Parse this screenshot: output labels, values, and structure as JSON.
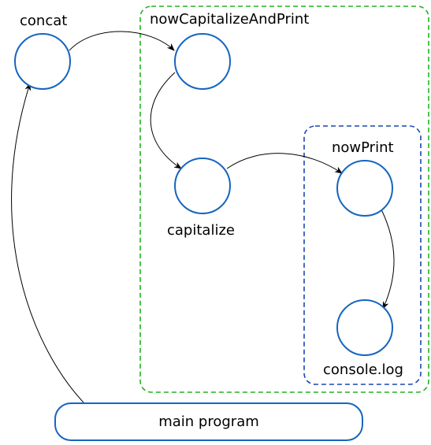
{
  "nodes": {
    "concat": {
      "label": "concat"
    },
    "nowCapitalizeAndPrint": {
      "label": "nowCapitalizeAndPrint"
    },
    "capitalize": {
      "label": "capitalize"
    },
    "nowPrint": {
      "label": "nowPrint"
    },
    "console_log": {
      "label": "console.log"
    },
    "main_program": {
      "label": "main program"
    }
  },
  "edges": [
    {
      "from": "main program",
      "to": "concat"
    },
    {
      "from": "concat",
      "to": "nowCapitalizeAndPrint"
    },
    {
      "from": "nowCapitalizeAndPrint",
      "to": "capitalize"
    },
    {
      "from": "capitalize",
      "to": "nowPrint"
    },
    {
      "from": "nowPrint",
      "to": "console.log"
    }
  ],
  "colors": {
    "node_stroke": "#1565c0",
    "outer_group": "#22b422",
    "inner_group": "#1a47b0",
    "edge": "#000000"
  }
}
